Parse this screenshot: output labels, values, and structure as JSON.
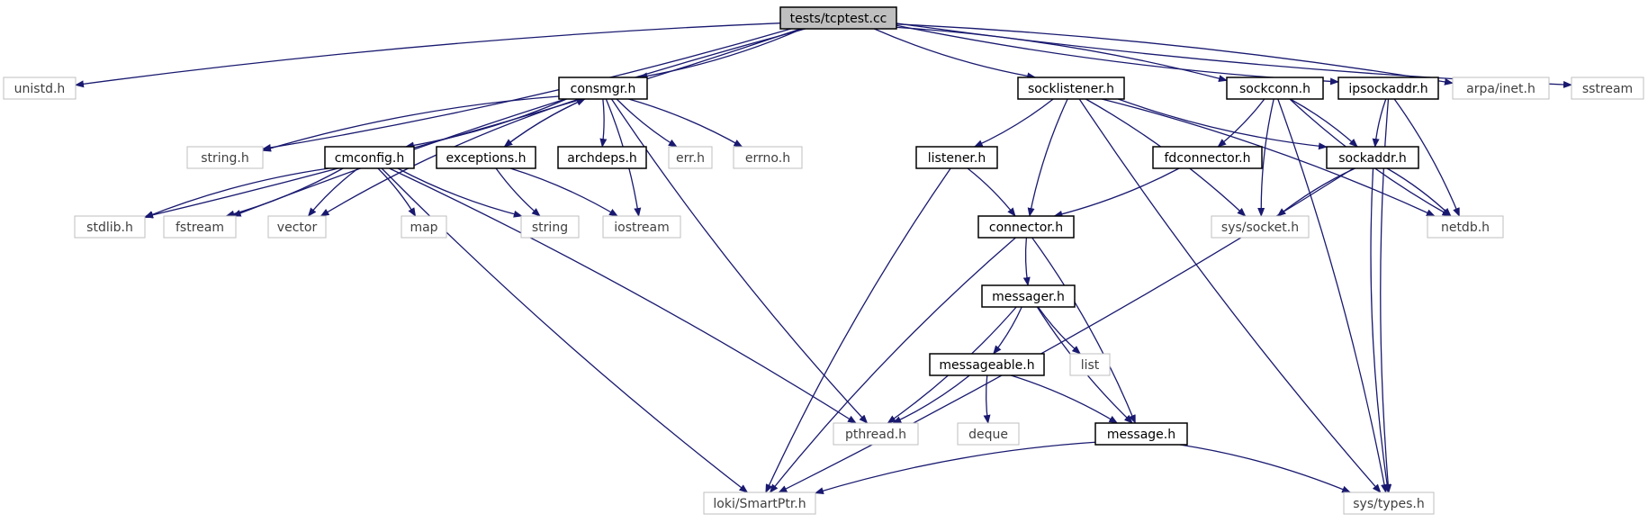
{
  "colors": {
    "edge": "#191970",
    "project_border": "#000000",
    "system_border": "#bfbfbf",
    "root_fill": "#bfbfbf",
    "node_fill": "#ffffff",
    "project_text": "#000000",
    "system_text": "#3f3f3f"
  },
  "nodes": [
    {
      "id": "tcptest",
      "label": "tests/tcptest.cc",
      "kind": "root"
    },
    {
      "id": "unistd",
      "label": "unistd.h",
      "kind": "system"
    },
    {
      "id": "consmgr",
      "label": "consmgr.h",
      "kind": "project"
    },
    {
      "id": "socklistener",
      "label": "socklistener.h",
      "kind": "project"
    },
    {
      "id": "sockconn",
      "label": "sockconn.h",
      "kind": "project"
    },
    {
      "id": "ipsockaddr",
      "label": "ipsockaddr.h",
      "kind": "project"
    },
    {
      "id": "arpa_inet",
      "label": "arpa/inet.h",
      "kind": "system"
    },
    {
      "id": "sstream",
      "label": "sstream",
      "kind": "system"
    },
    {
      "id": "string_h",
      "label": "string.h",
      "kind": "system"
    },
    {
      "id": "cmconfig",
      "label": "cmconfig.h",
      "kind": "project"
    },
    {
      "id": "exceptions",
      "label": "exceptions.h",
      "kind": "project"
    },
    {
      "id": "archdeps",
      "label": "archdeps.h",
      "kind": "project"
    },
    {
      "id": "err",
      "label": "err.h",
      "kind": "system"
    },
    {
      "id": "errno",
      "label": "errno.h",
      "kind": "system"
    },
    {
      "id": "listener",
      "label": "listener.h",
      "kind": "project"
    },
    {
      "id": "fdconnector",
      "label": "fdconnector.h",
      "kind": "project"
    },
    {
      "id": "sockaddr",
      "label": "sockaddr.h",
      "kind": "project"
    },
    {
      "id": "stdlib",
      "label": "stdlib.h",
      "kind": "system"
    },
    {
      "id": "fstream",
      "label": "fstream",
      "kind": "system"
    },
    {
      "id": "vector",
      "label": "vector",
      "kind": "system"
    },
    {
      "id": "map",
      "label": "map",
      "kind": "system"
    },
    {
      "id": "string",
      "label": "string",
      "kind": "system"
    },
    {
      "id": "iostream",
      "label": "iostream",
      "kind": "system"
    },
    {
      "id": "connector",
      "label": "connector.h",
      "kind": "project"
    },
    {
      "id": "sys_socket",
      "label": "sys/socket.h",
      "kind": "system"
    },
    {
      "id": "netdb",
      "label": "netdb.h",
      "kind": "system"
    },
    {
      "id": "messager",
      "label": "messager.h",
      "kind": "project"
    },
    {
      "id": "messageable",
      "label": "messageable.h",
      "kind": "project"
    },
    {
      "id": "list",
      "label": "list",
      "kind": "system"
    },
    {
      "id": "pthread",
      "label": "pthread.h",
      "kind": "system"
    },
    {
      "id": "deque",
      "label": "deque",
      "kind": "system"
    },
    {
      "id": "message",
      "label": "message.h",
      "kind": "project"
    },
    {
      "id": "loki_smartptr",
      "label": "loki/SmartPtr.h",
      "kind": "system"
    },
    {
      "id": "sys_types",
      "label": "sys/types.h",
      "kind": "system"
    }
  ],
  "edges": [
    [
      "tcptest",
      "unistd"
    ],
    [
      "tcptest",
      "consmgr"
    ],
    [
      "tcptest",
      "socklistener"
    ],
    [
      "tcptest",
      "sockconn"
    ],
    [
      "tcptest",
      "ipsockaddr"
    ],
    [
      "tcptest",
      "arpa_inet"
    ],
    [
      "tcptest",
      "sstream"
    ],
    [
      "tcptest",
      "stdlib"
    ],
    [
      "tcptest",
      "fstream"
    ],
    [
      "tcptest",
      "string_h"
    ],
    [
      "consmgr",
      "string_h"
    ],
    [
      "consmgr",
      "cmconfig"
    ],
    [
      "consmgr",
      "exceptions"
    ],
    [
      "consmgr",
      "archdeps"
    ],
    [
      "consmgr",
      "err"
    ],
    [
      "consmgr",
      "errno"
    ],
    [
      "consmgr",
      "vector"
    ],
    [
      "consmgr",
      "iostream"
    ],
    [
      "consmgr",
      "pthread"
    ],
    [
      "exceptions",
      "consmgr"
    ],
    [
      "exceptions",
      "string"
    ],
    [
      "exceptions",
      "iostream"
    ],
    [
      "cmconfig",
      "stdlib"
    ],
    [
      "cmconfig",
      "fstream"
    ],
    [
      "cmconfig",
      "vector"
    ],
    [
      "cmconfig",
      "map"
    ],
    [
      "cmconfig",
      "string"
    ],
    [
      "cmconfig",
      "pthread"
    ],
    [
      "cmconfig",
      "loki_smartptr"
    ],
    [
      "socklistener",
      "listener"
    ],
    [
      "socklistener",
      "connector"
    ],
    [
      "socklistener",
      "sys_socket"
    ],
    [
      "socklistener",
      "sockaddr"
    ],
    [
      "socklistener",
      "netdb"
    ],
    [
      "socklistener",
      "sys_types"
    ],
    [
      "sockconn",
      "fdconnector"
    ],
    [
      "sockconn",
      "sys_socket"
    ],
    [
      "sockconn",
      "sockaddr"
    ],
    [
      "sockconn",
      "netdb"
    ],
    [
      "sockconn",
      "sys_types"
    ],
    [
      "ipsockaddr",
      "sockaddr"
    ],
    [
      "ipsockaddr",
      "netdb"
    ],
    [
      "ipsockaddr",
      "sys_types"
    ],
    [
      "listener",
      "connector"
    ],
    [
      "listener",
      "loki_smartptr"
    ],
    [
      "fdconnector",
      "connector"
    ],
    [
      "sockaddr",
      "sys_socket"
    ],
    [
      "sockaddr",
      "netdb"
    ],
    [
      "sockaddr",
      "sys_types"
    ],
    [
      "sockaddr",
      "loki_smartptr"
    ],
    [
      "connector",
      "messager"
    ],
    [
      "connector",
      "message"
    ],
    [
      "connector",
      "loki_smartptr"
    ],
    [
      "messager",
      "messageable"
    ],
    [
      "messager",
      "list"
    ],
    [
      "messager",
      "pthread"
    ],
    [
      "messager",
      "message"
    ],
    [
      "messageable",
      "pthread"
    ],
    [
      "messageable",
      "deque"
    ],
    [
      "messageable",
      "message"
    ],
    [
      "message",
      "loki_smartptr"
    ],
    [
      "message",
      "sys_types"
    ]
  ]
}
